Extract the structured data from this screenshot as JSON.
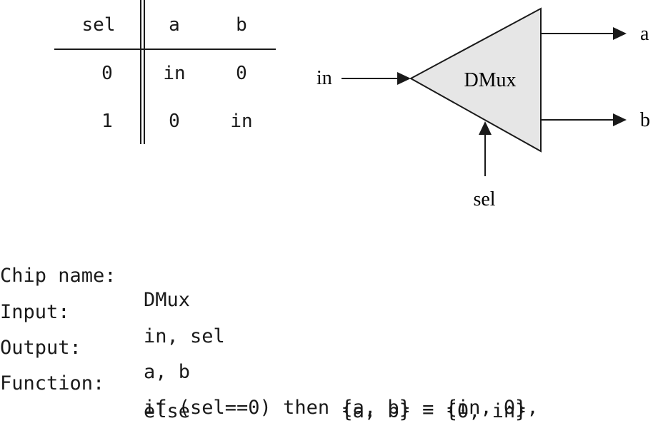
{
  "truth_table": {
    "headers": [
      "sel",
      "a",
      "b"
    ],
    "rows": [
      [
        "0",
        "in",
        "0"
      ],
      [
        "1",
        "0",
        "in"
      ]
    ]
  },
  "diagram": {
    "chip_label": "DMux",
    "input_label": "in",
    "select_label": "sel",
    "output_a_label": "a",
    "output_b_label": "b",
    "fill_color": "#e6e6e6",
    "stroke_color": "#1a1a1a"
  },
  "spec": {
    "chip_name_label": "Chip name:",
    "chip_name_value": "DMux",
    "input_label": "Input:",
    "input_value": "in, sel",
    "output_label": "Output:",
    "output_value": "a, b",
    "function_label": "Function:",
    "function_line1": "if (sel==0) then {a, b} = {in, 0},",
    "function_line2": "else             {a, b} = {0, in}"
  }
}
